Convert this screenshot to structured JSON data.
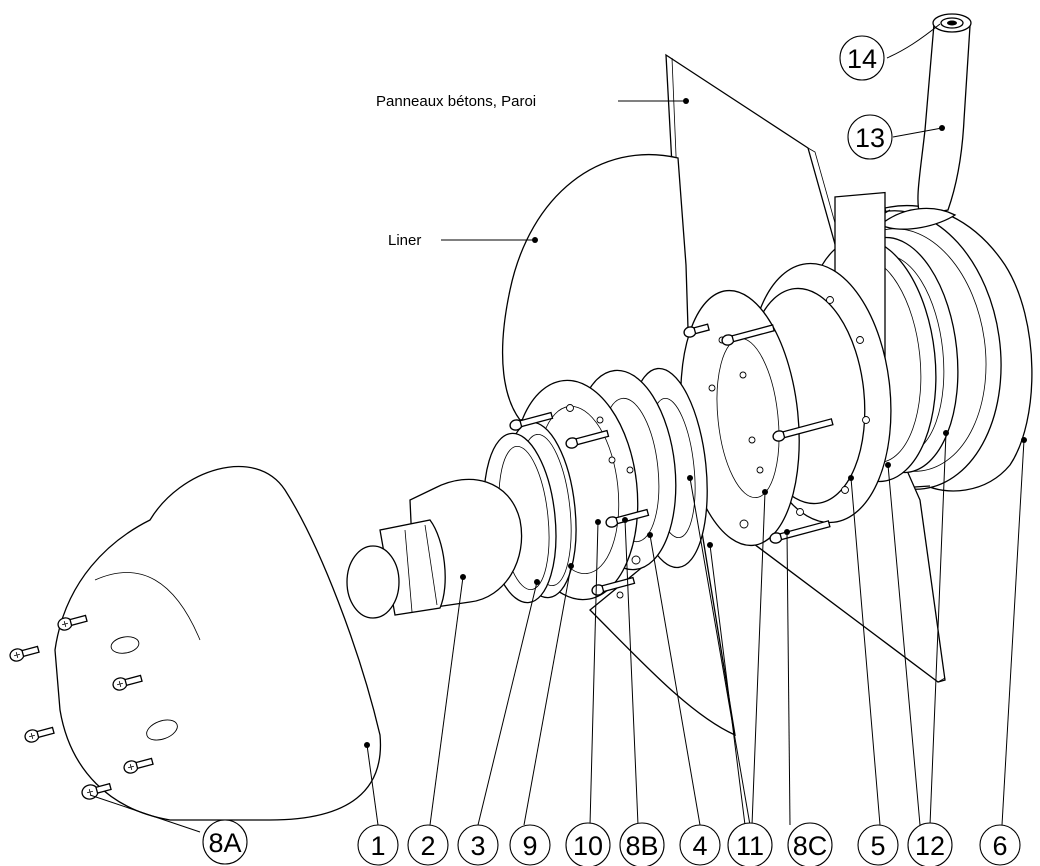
{
  "labels": {
    "wall": "Panneaux bétons, Paroi",
    "liner": "Liner"
  },
  "balloons": {
    "b1": "1",
    "b2": "2",
    "b3": "3",
    "b9": "9",
    "b10": "10",
    "b8b": "8B",
    "b4": "4",
    "b11": "11",
    "b8c": "8C",
    "b5": "5",
    "b12": "12",
    "b6": "6",
    "b8a": "8A",
    "b13": "13",
    "b14": "14"
  },
  "colors": {
    "line": "#000000",
    "background": "#ffffff"
  }
}
